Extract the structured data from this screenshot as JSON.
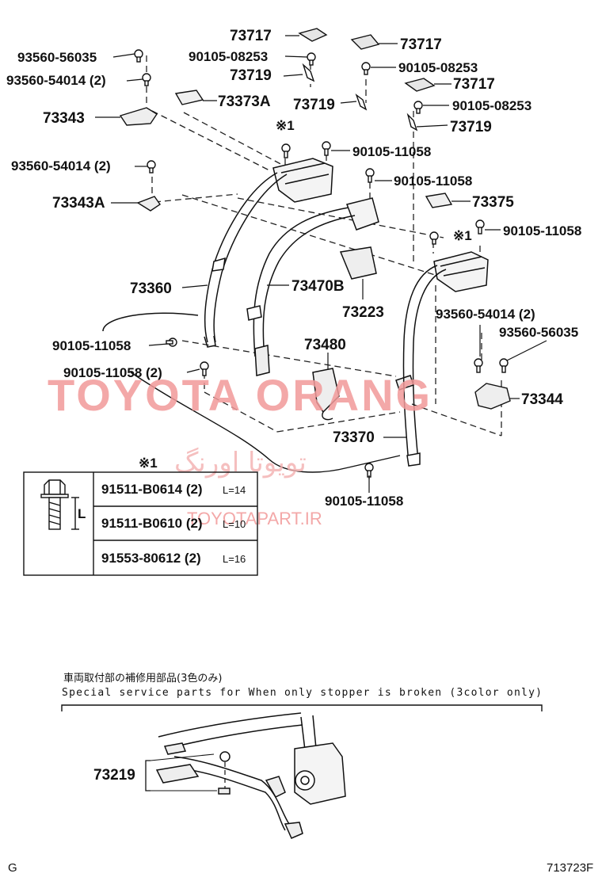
{
  "labels": {
    "p73717_a": "73717",
    "p73717_b": "73717",
    "p73717_c": "73717",
    "p93560_56035_a": "93560-56035",
    "p90105_08253_a": "90105-08253",
    "p90105_08253_b": "90105-08253",
    "p90105_08253_c": "90105-08253",
    "p93560_54014_2_a": "93560-54014 (2)",
    "p73719_a": "73719",
    "p73719_b": "73719",
    "p73719_c": "73719",
    "p73343": "73343",
    "p73373a": "73373A",
    "mark1_a": "※1",
    "mark1_b": "※1",
    "mark1_table": "※1",
    "p90105_11058_a": "90105-11058",
    "p90105_11058_b": "90105-11058",
    "p90105_11058_c": "90105-11058",
    "p90105_11058_d": "90105-11058",
    "p90105_11058_e": "90105-11058",
    "p90105_11058_2": "90105-11058 (2)",
    "p93560_54014_2_b": "93560-54014 (2)",
    "p93560_54014_2_c": "93560-54014 (2)",
    "p73343a": "73343A",
    "p73375": "73375",
    "p73360": "73360",
    "p73470b": "73470B",
    "p73223": "73223",
    "p93560_56035_b": "93560-56035",
    "p73480": "73480",
    "p73344": "73344",
    "p73370": "73370",
    "p73219": "73219"
  },
  "bolt_table": {
    "length_symbol": "L",
    "rows": [
      {
        "part": "91511-B0614 (2)",
        "length": "L=14"
      },
      {
        "part": "91511-B0610 (2)",
        "length": "L=10"
      },
      {
        "part": "91553-80612 (2)",
        "length": "L=16"
      }
    ]
  },
  "service_note": {
    "japanese": "車両取付部の補修用部品(3色のみ)",
    "english": "Special  service  parts  for  When  only  stopper  is  broken  (3color  only)"
  },
  "watermarks": {
    "main": "TOYOTA ORANG",
    "persian": "تویوتا اورنگ",
    "site": "TOYOTAPART.IR"
  },
  "footer": {
    "left": "G",
    "right": "713723F"
  }
}
